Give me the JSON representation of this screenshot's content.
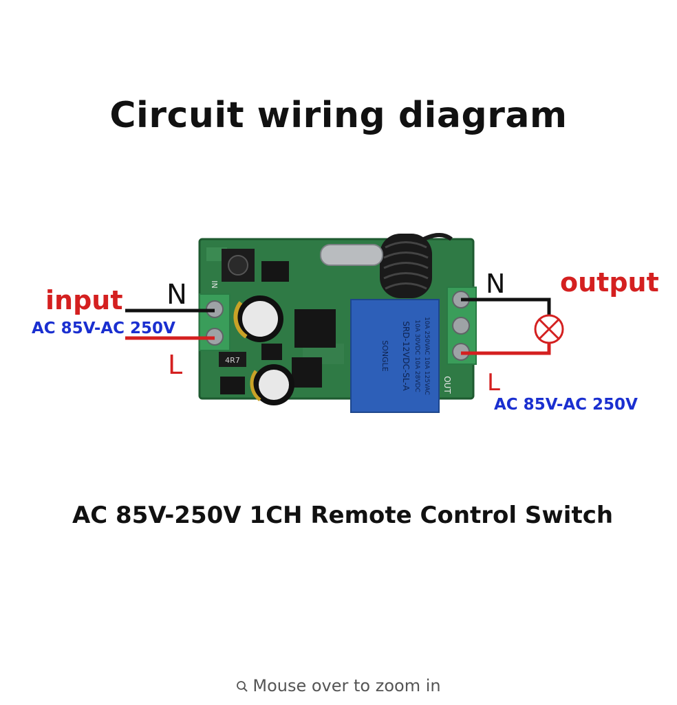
{
  "title": "Circuit wiring diagram",
  "subtitle": "AC 85V-250V 1CH Remote Control Switch",
  "zoom_hint": "Mouse over to zoom in",
  "input": {
    "label": "input",
    "voltage": "AC 85V-AC 250V",
    "neutral": "N",
    "live": "L"
  },
  "output": {
    "label": "output",
    "voltage": "AC 85V-AC 250V",
    "neutral": "N",
    "live": "L"
  },
  "relay": {
    "line1": "10A 250VAC 10A 125VAC",
    "line2": "10A 30VDC 10A 28VDC",
    "model": "SRD-12VDC-SL-A",
    "brand": "SONGLE"
  },
  "board_marks": {
    "resistor": "4R7",
    "terminal_out": "OUT",
    "terminal_in": "IN"
  },
  "colors": {
    "input_label": "#d42020",
    "output_label": "#d42020",
    "voltage_text": "#1a2fd0",
    "neutral_wire": "#111111",
    "live_wire": "#d42020",
    "pcb": "#2f7a45",
    "relay": "#2d5fb8"
  }
}
